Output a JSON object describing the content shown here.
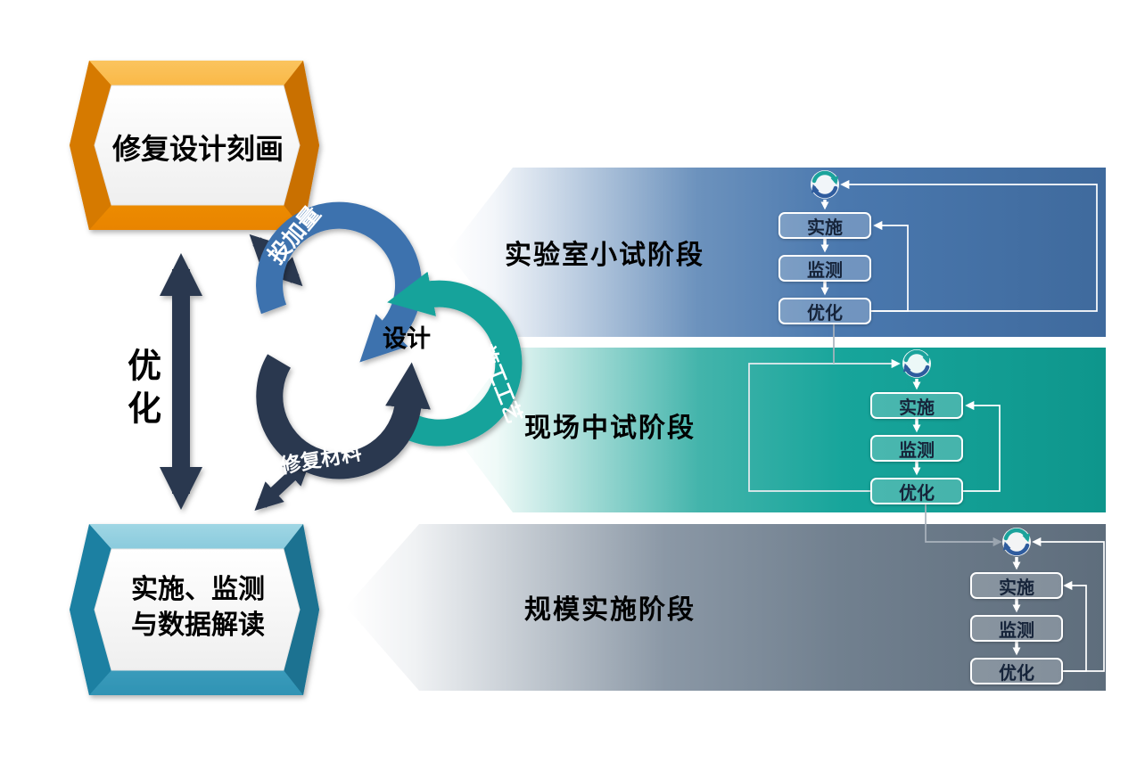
{
  "banners": {
    "top": "修复设计刻画",
    "bottom_line1": "实施、监测",
    "bottom_line2": "与数据解读"
  },
  "optimize_label": "优化",
  "cycle": {
    "center": "设计",
    "dosage": "投加量",
    "technique": "施工工艺",
    "material": "修复材料"
  },
  "stages": [
    {
      "name": "实验室小试阶段",
      "steps": [
        "实施",
        "监测",
        "优化"
      ]
    },
    {
      "name": "现场中试阶段",
      "steps": [
        "实施",
        "监测",
        "优化"
      ]
    },
    {
      "name": "规模实施阶段",
      "steps": [
        "实施",
        "监测",
        "优化"
      ]
    }
  ],
  "colors": {
    "banner_orange": "#F29200",
    "banner_teal": "#3D9DB8",
    "arrow_navy": "#2B3850",
    "ring_blue": "#3E72AE",
    "ring_teal": "#17A39B",
    "ring_navy": "#2B3850",
    "band_blue": "#4A78AE",
    "band_teal": "#16A59B",
    "band_slate": "#71808F"
  }
}
